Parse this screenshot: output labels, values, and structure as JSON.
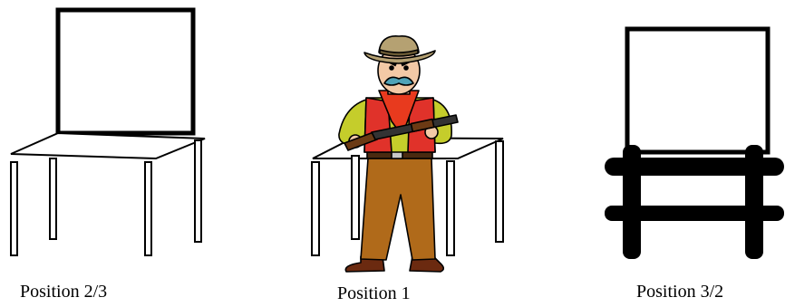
{
  "figure": {
    "positions": [
      {
        "label": "Position 2/3",
        "kind": "table-chair"
      },
      {
        "label": "Position 1",
        "kind": "table-cowboy"
      },
      {
        "label": "Position 3/2",
        "kind": "chair-back-view"
      }
    ],
    "colors": {
      "outline": "#000000",
      "hat": "#b5a172",
      "hat_band": "#6b5a34",
      "skin": "#f3c9a6",
      "bandana": "#e83a1e",
      "shirt": "#c5cd2b",
      "vest": "#e0322a",
      "pants": "#b06a1a",
      "boots": "#6b2a10",
      "mustache": "#4fa3b8",
      "gun_wood": "#6b3a14",
      "gun_metal": "#333333"
    }
  }
}
